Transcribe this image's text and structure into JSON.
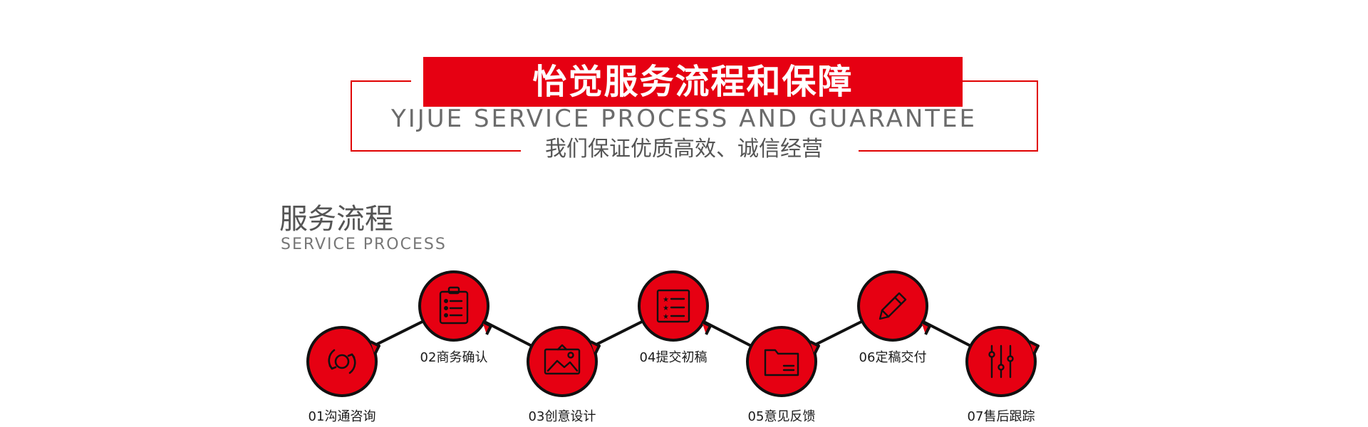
{
  "header": {
    "title": "怡觉服务流程和保障",
    "title_en": "YIJUE SERVICE PROCESS AND GUARANTEE",
    "slogan": "我们保证优质高效、诚信经营"
  },
  "section": {
    "title": "服务流程",
    "subtitle": "SERVICE PROCESS"
  },
  "steps": [
    {
      "label": "01沟通咨询",
      "icon": "consult-icon"
    },
    {
      "label": "02商务确认",
      "icon": "clipboard-icon"
    },
    {
      "label": "03创意设计",
      "icon": "image-icon"
    },
    {
      "label": "04提交初稿",
      "icon": "list-icon"
    },
    {
      "label": "05意见反馈",
      "icon": "folder-icon"
    },
    {
      "label": "06定稿交付",
      "icon": "pencil-icon"
    },
    {
      "label": "07售后跟踪",
      "icon": "sliders-icon"
    }
  ],
  "colors": {
    "accent": "#e60012",
    "connector": "#111111",
    "text": "#555555"
  }
}
